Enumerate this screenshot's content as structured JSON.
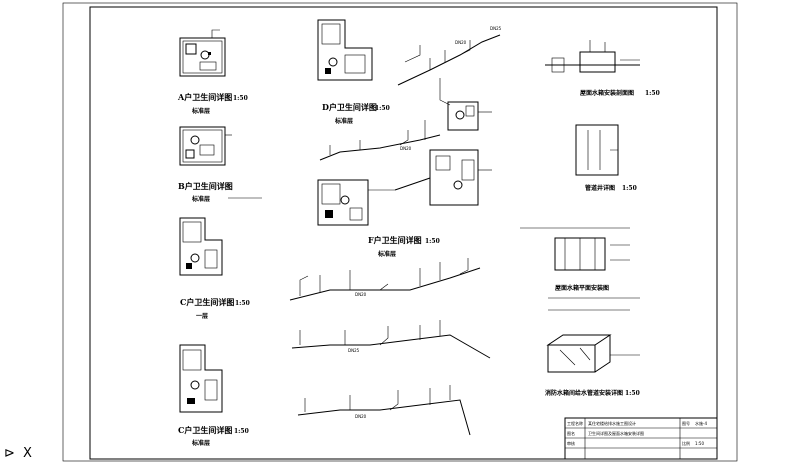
{
  "labels": {
    "a_title": "A户卫生间详图",
    "a_scale": "1:50",
    "a_floor": "标准层",
    "b_title": "B户卫生间详图",
    "b_floor": "标准层",
    "c_title": "C户卫生间详图",
    "c_scale": "1:50",
    "c_floor": "一层",
    "c2_title": "C户卫生间详图",
    "c2_scale": "1:50",
    "c2_floor": "标准层",
    "d_title": "D户卫生间详图",
    "d_scale": "1:50",
    "d_floor": "标准层",
    "f_title": "F户卫生间详图",
    "f_scale": "1:50",
    "f_floor": "标准层",
    "r1_title": "屋面水箱安装剖面图",
    "r1_scale": "1:50",
    "r2_title": "管道井详图",
    "r2_scale": "1:50",
    "r3_title": "屋面水箱平面安装图",
    "r5_title": "消防水箱间给水管道安装详图",
    "r5_scale": "1:50"
  },
  "ucs_icon": "⊳ X",
  "title_block": {
    "row1_label": "工程名称",
    "row1_value": "某住宅楼给排水施工图设计",
    "row2_label": "图名",
    "row2_value": "卫生间详图及屋面水箱安装详图",
    "row3_label": "审核",
    "drawing_no_label": "图号",
    "drawing_no_value": "水施-4",
    "scale_label": "比例",
    "scale_value": "1:50"
  }
}
